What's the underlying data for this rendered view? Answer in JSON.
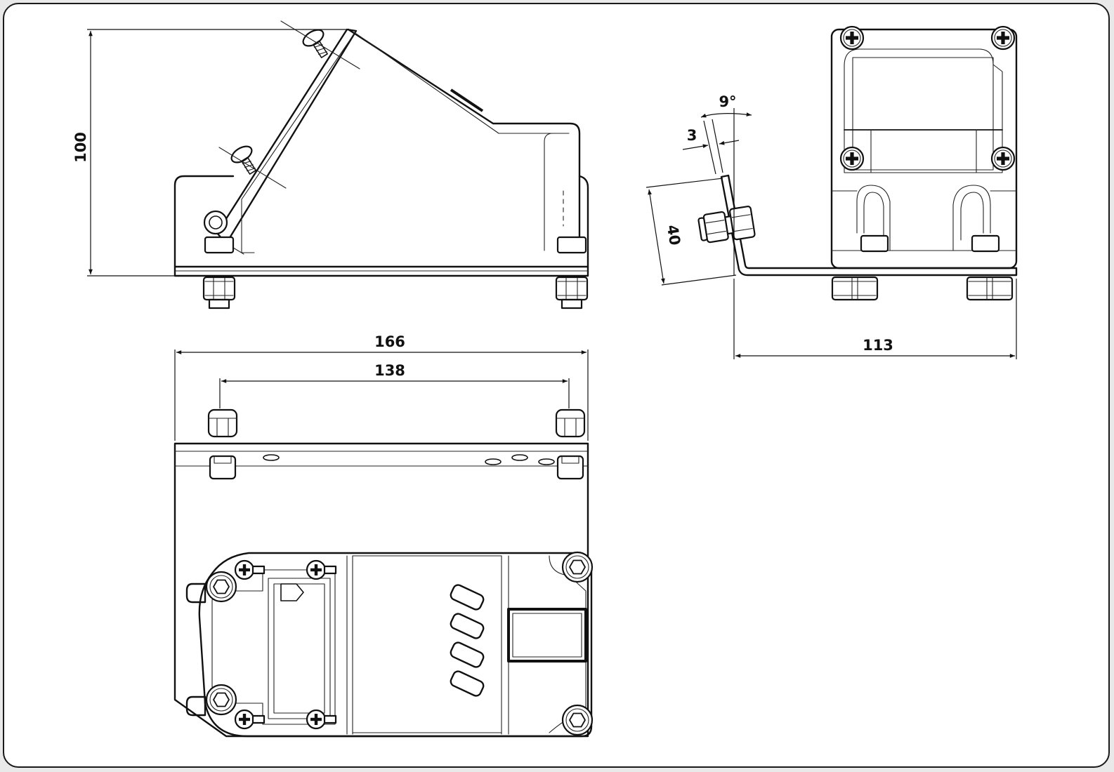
{
  "dimensions": {
    "height_side_view": "100",
    "overall_length": "166",
    "mounting_spacing": "138",
    "overall_width": "113",
    "bracket_height": "40",
    "plate_thickness": "3",
    "tilt_angle": "9°"
  },
  "colors": {
    "line": "#111111",
    "background": "#ffffff",
    "frame_border": "#1a1a1a"
  }
}
